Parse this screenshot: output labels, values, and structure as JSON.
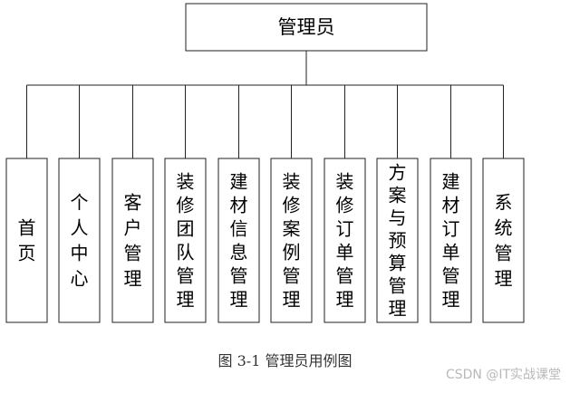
{
  "root": {
    "label": "管理员"
  },
  "children": [
    {
      "label": "首页"
    },
    {
      "label": "个人中心"
    },
    {
      "label": "客户管理"
    },
    {
      "label": "装修团队管理"
    },
    {
      "label": "建材信息管理"
    },
    {
      "label": "装修案例管理"
    },
    {
      "label": "装修订单管理"
    },
    {
      "label": "方案与预算管理"
    },
    {
      "label": "建材订单管理"
    },
    {
      "label": "系统管理"
    }
  ],
  "caption": "图 3-1 管理员用例图",
  "watermark": "CSDN @IT实战课堂"
}
